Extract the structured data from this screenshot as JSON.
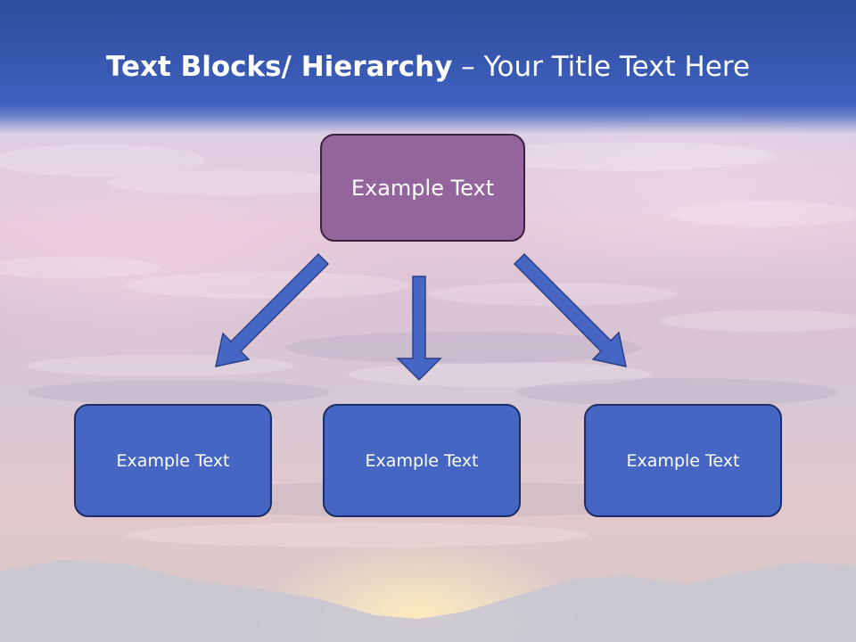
{
  "title": {
    "bold_part": "Text Blocks/ Hierarchy",
    "rest_part": " – Your Title Text Here"
  },
  "diagram": {
    "top_box": {
      "label": "Example Text"
    },
    "child_boxes": [
      {
        "label": "Example Text"
      },
      {
        "label": "Example Text"
      },
      {
        "label": "Example Text"
      }
    ]
  },
  "colors": {
    "title_band": "#3656ad",
    "top_box": "#94659c",
    "child_box": "#4566c3",
    "arrow": "#4566c3"
  }
}
